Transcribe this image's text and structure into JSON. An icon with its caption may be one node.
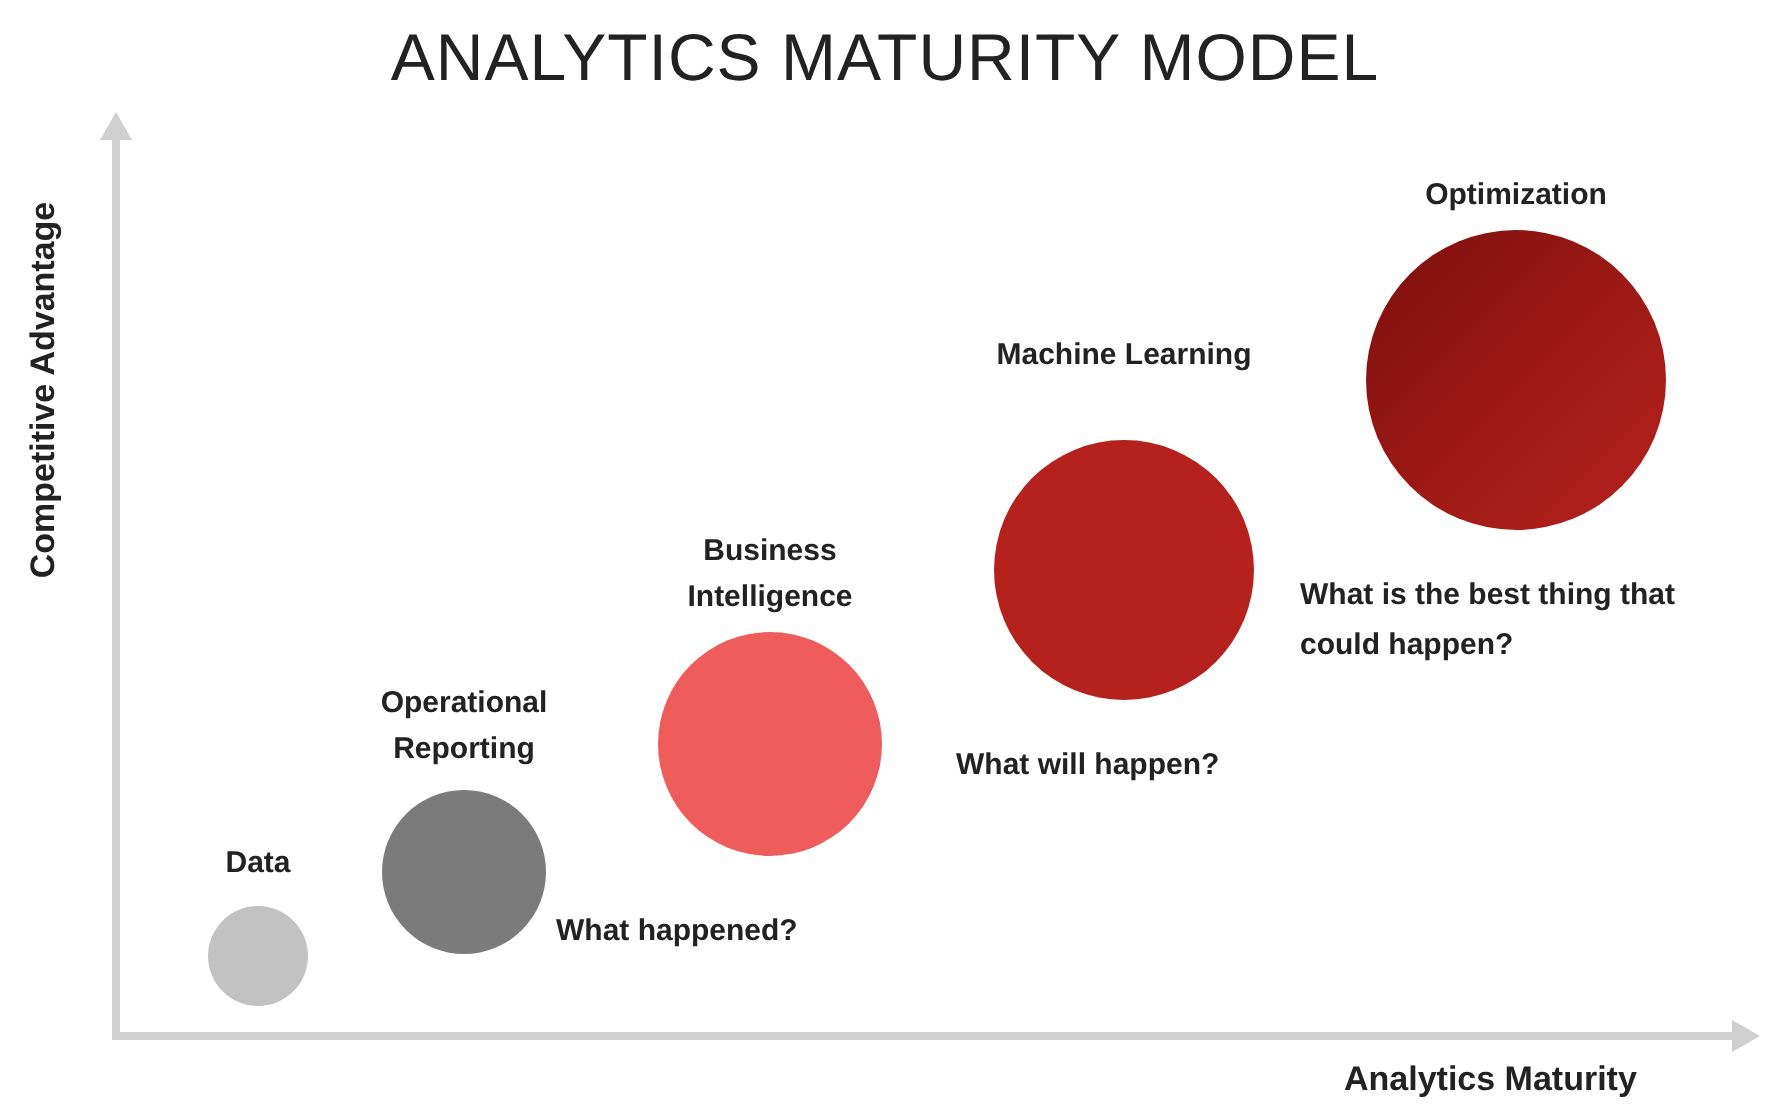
{
  "diagram": {
    "title": "ANALYTICS MATURITY MODEL",
    "nodes": [
      {
        "text": [
          "Data"
        ]
      },
      {
        "text": [
          "Operational Reporting"
        ],
        "beside": [
          "What happened?"
        ]
      },
      {
        "text": [
          "Business Intelligence"
        ]
      },
      {
        "text": [
          "Machine Learning"
        ],
        "beside": [
          "What will happen?"
        ]
      },
      {
        "text": [
          "Optimization"
        ],
        "beside": [
          "What is the best thing that could happen?"
        ]
      }
    ],
    "edges": [],
    "labels": [
      "Competitive Advantage",
      "Analytics Maturity"
    ]
  }
}
